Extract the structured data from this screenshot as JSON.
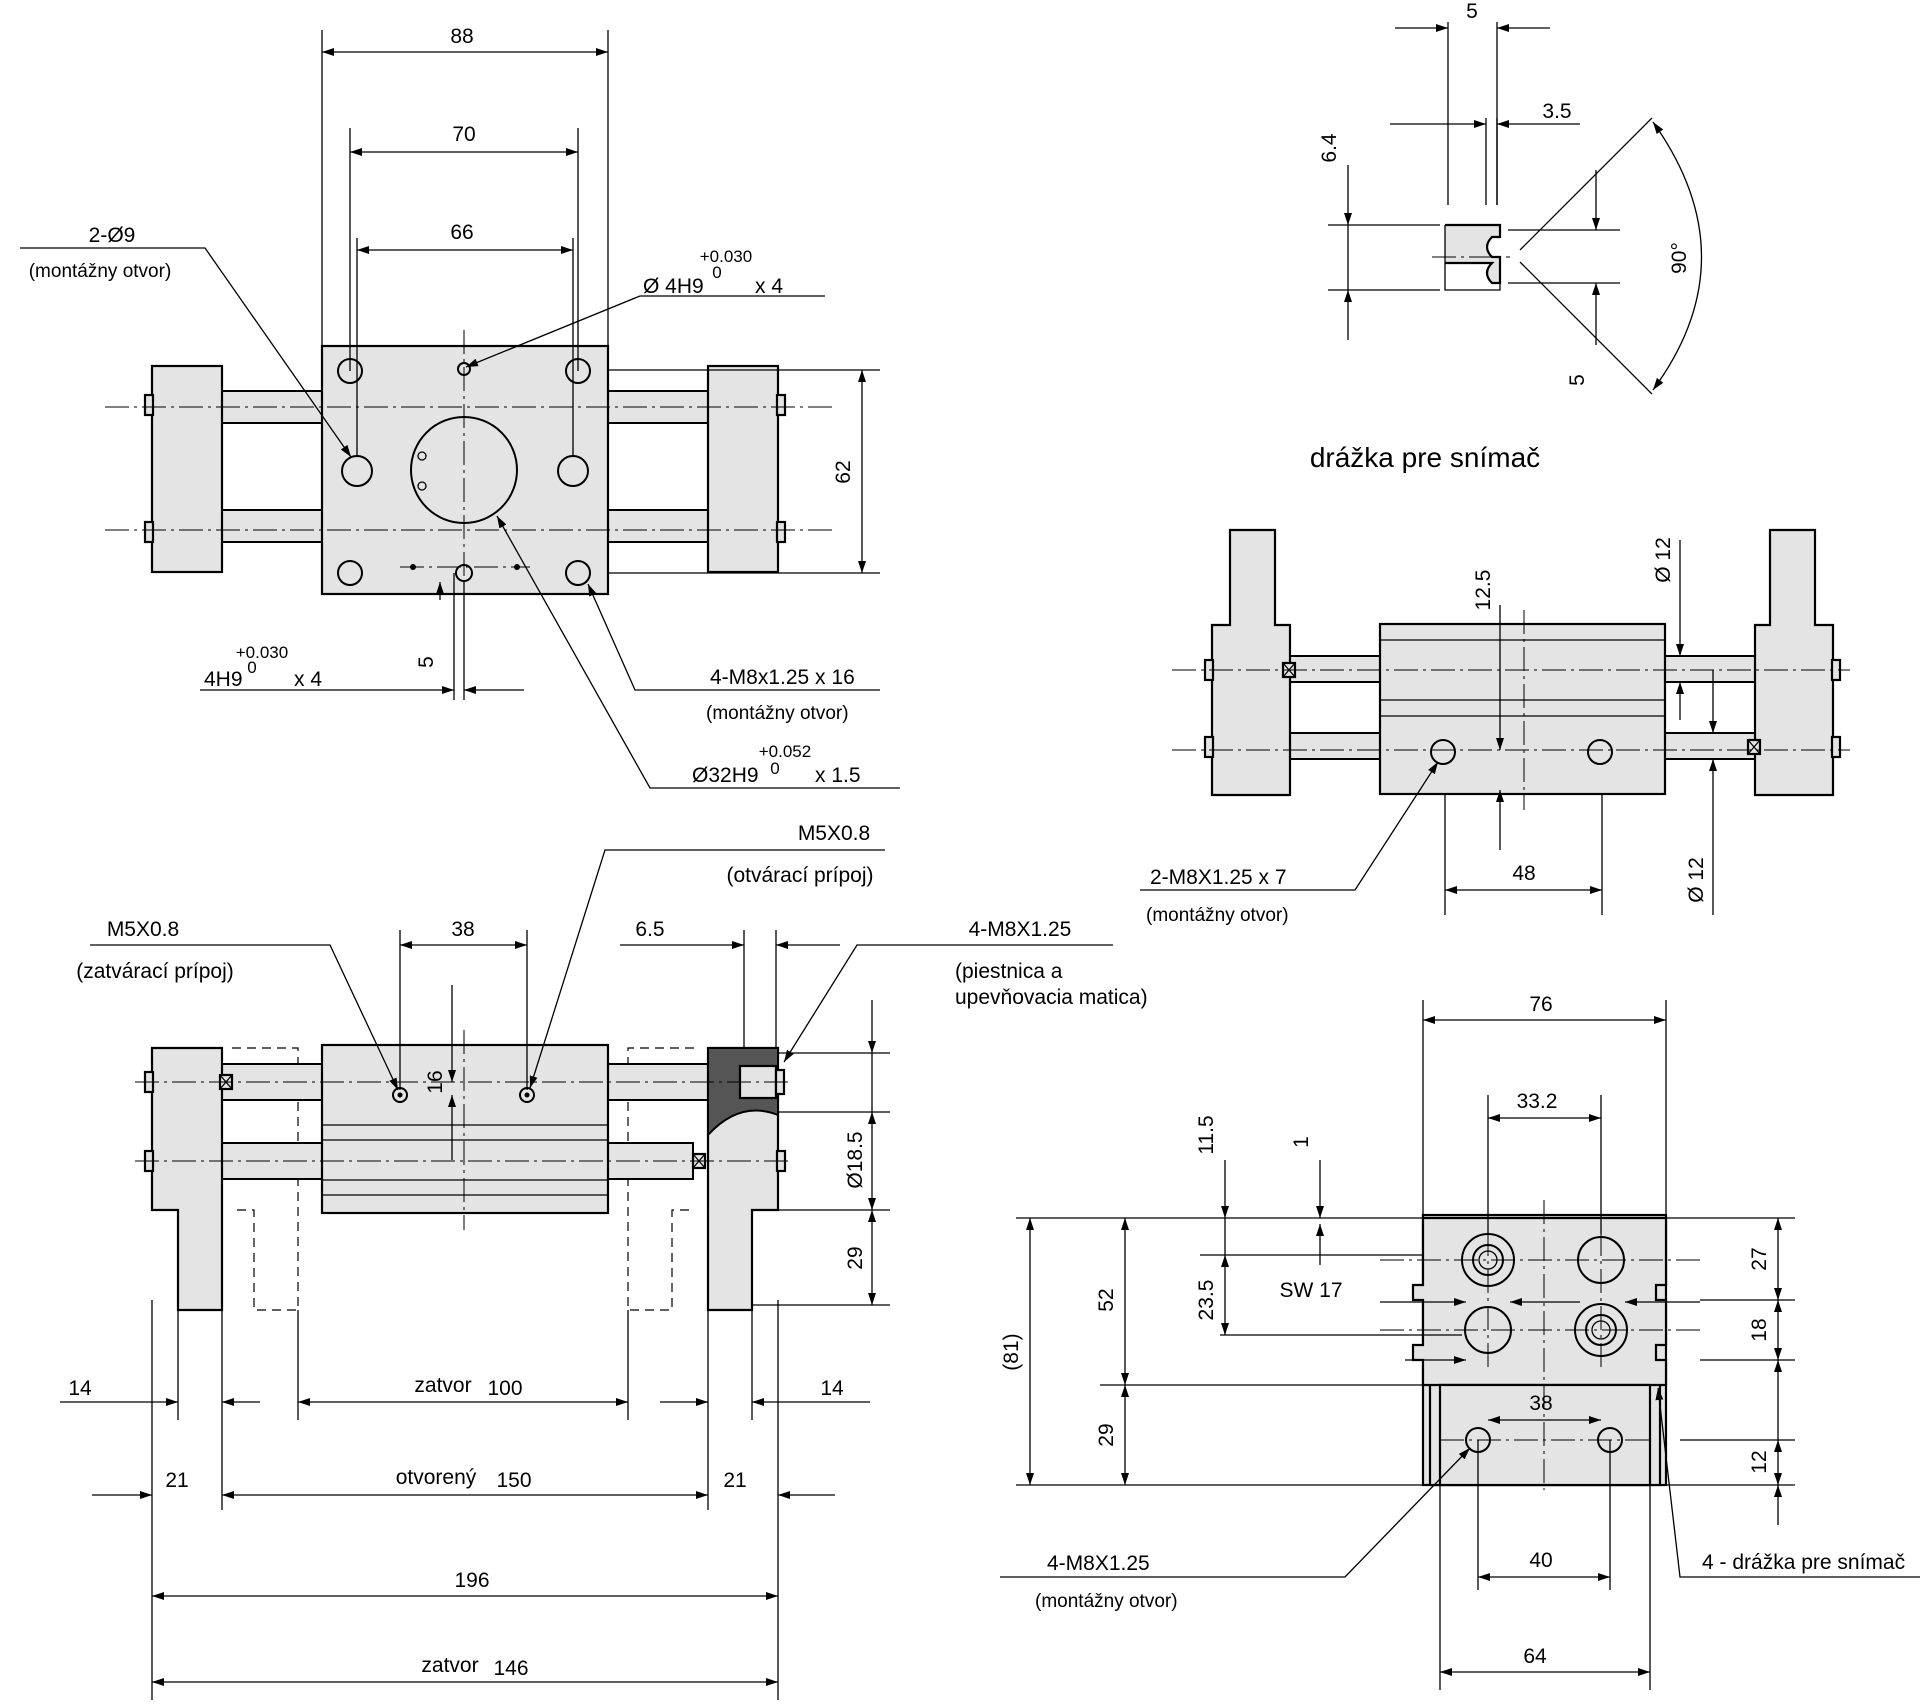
{
  "views": {
    "top": {
      "dims": {
        "d88": "88",
        "d70": "70",
        "d66": "66",
        "d62": "62",
        "d5": "5",
        "hole_2x9": "2-Ø9",
        "hole_2x9_note": "(montážny otvor)",
        "pin_top_main": "Ø 4H9",
        "pin_top_tol_up": "+0.030",
        "pin_top_tol_lo": "0",
        "pin_top_count": "x  4",
        "pin_bot_main": "4H9",
        "pin_bot_tol_up": "+0.030",
        "pin_bot_tol_lo": "0",
        "pin_bot_count": "x  4",
        "thread_4m8": "4-M8x1.25 x 16",
        "thread_4m8_note": "(montážny otvor)",
        "bore_main": "Ø32H9",
        "bore_tol_up": "+0.052",
        "bore_tol_lo": "0",
        "bore_depth": "x 1.5"
      }
    },
    "groove": {
      "title": "drážka pre snímač",
      "dims": {
        "d5_top": "5",
        "d3_5": "3.5",
        "d6_4": "6.4",
        "angle": "90°",
        "d5_side": "5"
      }
    },
    "side_right": {
      "dims": {
        "d12_5": "12.5",
        "d12_top": "Ø 12",
        "d12_bot": "Ø 12",
        "d48": "48",
        "thread": "2-M8X1.25 x 7",
        "thread_note": "(montážny otvor)"
      }
    },
    "front": {
      "dims": {
        "m5_open": "M5X0.8",
        "m5_open_note": "(otvárací prípoj)",
        "m5_close": "M5X0.8",
        "m5_close_note": "(zatvárací prípoj)",
        "d38": "38",
        "d6_5": "6.5",
        "d16": "16",
        "d18_5": "Ø18.5",
        "d29": "29",
        "rod_thread": "4-M8X1.25",
        "rod_note_1": "(piestnica a",
        "rod_note_2": "upevňovacia matica)",
        "d14_left": "14",
        "d14_right": "14",
        "closed_100_label": "zatvor",
        "closed_100": "100",
        "open_150_label": "otvorený",
        "open_150": "150",
        "d21_left": "21",
        "d21_right": "21",
        "d196": "196",
        "closed_146_label": "zatvor",
        "closed_146": "146"
      }
    },
    "end": {
      "dims": {
        "d76": "76",
        "d33_2": "33.2",
        "d11_5": "11.5",
        "d1": "1",
        "sw": "SW 17",
        "d52": "52",
        "d23_5": "23.5",
        "d81": "(81)",
        "d29": "29",
        "d27": "27",
        "d18": "18",
        "d12": "12",
        "d38": "38",
        "d40": "40",
        "d64": "64",
        "thread": "4-M8X1.25",
        "thread_note": "(montážny otvor)",
        "groove_count": "4 - drážka pre snímač"
      }
    }
  }
}
